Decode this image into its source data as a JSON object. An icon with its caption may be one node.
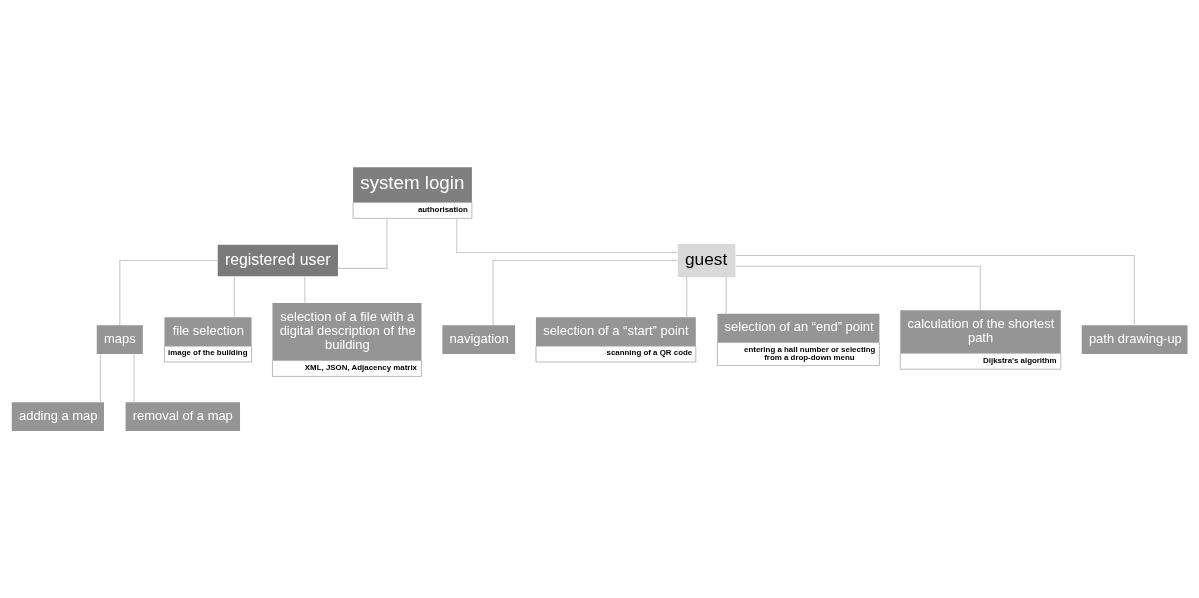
{
  "diagram": {
    "nodes": [
      {
        "text": [
          "system login",
          "authorisation"
        ]
      },
      {
        "text": [
          "registered user"
        ]
      },
      {
        "text": [
          "guest"
        ]
      },
      {
        "text": [
          "maps"
        ]
      },
      {
        "text": [
          "file selection",
          "image of the building"
        ]
      },
      {
        "text": [
          "adding a map"
        ]
      },
      {
        "text": [
          "removal of a map"
        ]
      },
      {
        "text": [
          "selection of a file with a digital description of the building",
          "XML, JSON, Adjacency matrix"
        ]
      },
      {
        "text": [
          "navigation"
        ]
      },
      {
        "text": [
          "selection of a “start” point",
          "scanning of a QR code"
        ]
      },
      {
        "text": [
          "selection of an “end” point",
          "entering a hall number or selecting from a drop-down menu"
        ]
      },
      {
        "text": [
          "calculation of the shortest path",
          "Dijkstra's algorithm"
        ]
      },
      {
        "text": [
          "path drawing-up"
        ]
      }
    ],
    "edges": [
      {
        "from": 0,
        "to": 1,
        "arrow": "none"
      },
      {
        "from": 0,
        "to": 2,
        "arrow": "none"
      },
      {
        "from": 1,
        "to": 3,
        "arrow": "none"
      },
      {
        "from": 1,
        "to": 4,
        "arrow": "none"
      },
      {
        "from": 1,
        "to": 7,
        "arrow": "none"
      },
      {
        "from": 3,
        "to": 5,
        "arrow": "none"
      },
      {
        "from": 3,
        "to": 6,
        "arrow": "none"
      },
      {
        "from": 2,
        "to": 8,
        "arrow": "none"
      },
      {
        "from": 2,
        "to": 9,
        "arrow": "none"
      },
      {
        "from": 2,
        "to": 10,
        "arrow": "none"
      },
      {
        "from": 2,
        "to": 11,
        "arrow": "none"
      },
      {
        "from": 2,
        "to": 12,
        "arrow": "none"
      }
    ]
  }
}
